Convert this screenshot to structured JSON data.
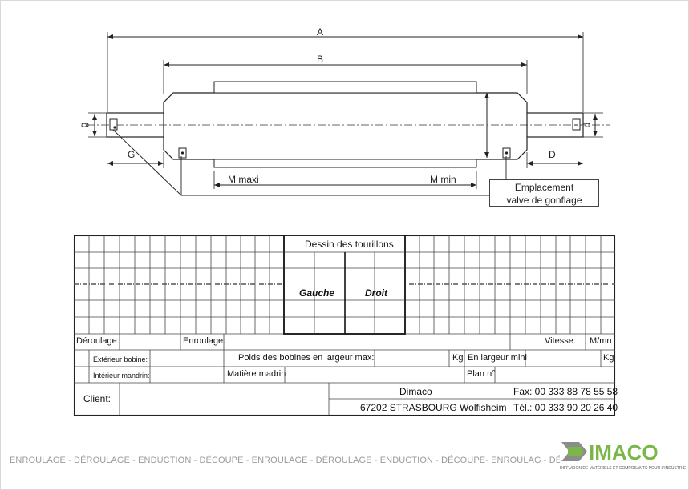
{
  "drawing": {
    "dim_labels": {
      "A": "A",
      "B": "B",
      "G": "G",
      "D": "D",
      "g": "g",
      "d": "d",
      "m_maxi": "M maxi",
      "m_min": "M min"
    },
    "valve_label_line1": "Emplacement",
    "valve_label_line2": "valve de gonflage"
  },
  "form": {
    "header": "Dessin des tourillons",
    "gauche": "Gauche",
    "droit": "Droit",
    "deroulage": "Déroulage:",
    "enroulage": "Enroulage:",
    "vitesse": "Vitesse:",
    "vitesse_unit": "M/mn",
    "exterieur_bobine": "Extérieur bobine:",
    "poids_bobines": "Poids des bobines en largeur max:",
    "kg_1": "Kg",
    "en_largeur_mini": "En largeur mini",
    "kg_2": "Kg",
    "interieur_mandrin": "Intérieur mandrin:",
    "matiere_mandrin": "Matière madrin",
    "plan_no": "Plan n°",
    "client": "Client:",
    "company": "Dimaco",
    "address": "67202 STRASBOURG Wolfisheim",
    "fax": "Fax: 00 333 88 78 55 58",
    "tel": "Tél.: 00 333 90 20 26 40"
  },
  "footer": {
    "text": "ENROULAGE - DÉROULAGE - ENDUCTION - DÉCOUPE - ENROULAGE - DÉROULAGE - ENDUCTION - DÉCOUPE- ENROULAG - DÉROULAGE"
  },
  "logo": {
    "text": "DIMACO",
    "tagline": "DIFFUSION DE MATÉRIELS ET COMPOSANTS POUR L'INDUSTRIE",
    "colors": {
      "green": "#7ab648",
      "gray": "#8c8c8c"
    }
  }
}
